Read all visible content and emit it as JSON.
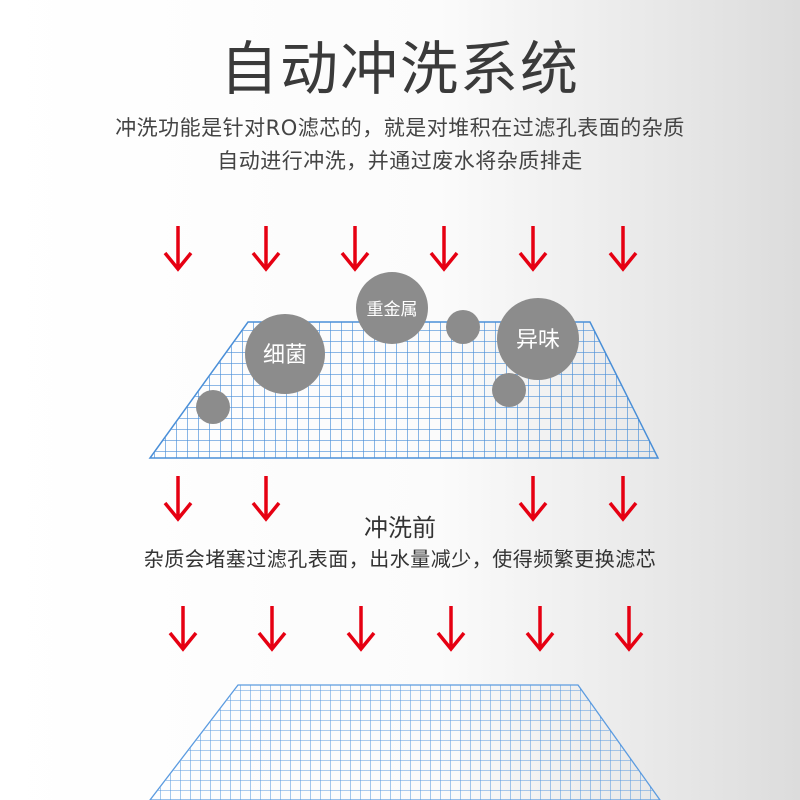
{
  "title": "自动冲洗系统",
  "description": {
    "line1": "冲洗功能是针对RO滤芯的，就是对堆积在过滤孔表面的杂质",
    "line2": "自动进行冲洗，并通过废水将杂质排走"
  },
  "particles": {
    "bacteria": "细菌",
    "heavy_metal": "重金属",
    "odor": "异味"
  },
  "before": {
    "title": "冲洗前",
    "text": "杂质会堵塞过滤孔表面，出水量减少，使得频繁更换滤芯"
  },
  "colors": {
    "arrow": "#e60012",
    "grid": "#4a8fd8",
    "particle": "#8c8c8c"
  }
}
